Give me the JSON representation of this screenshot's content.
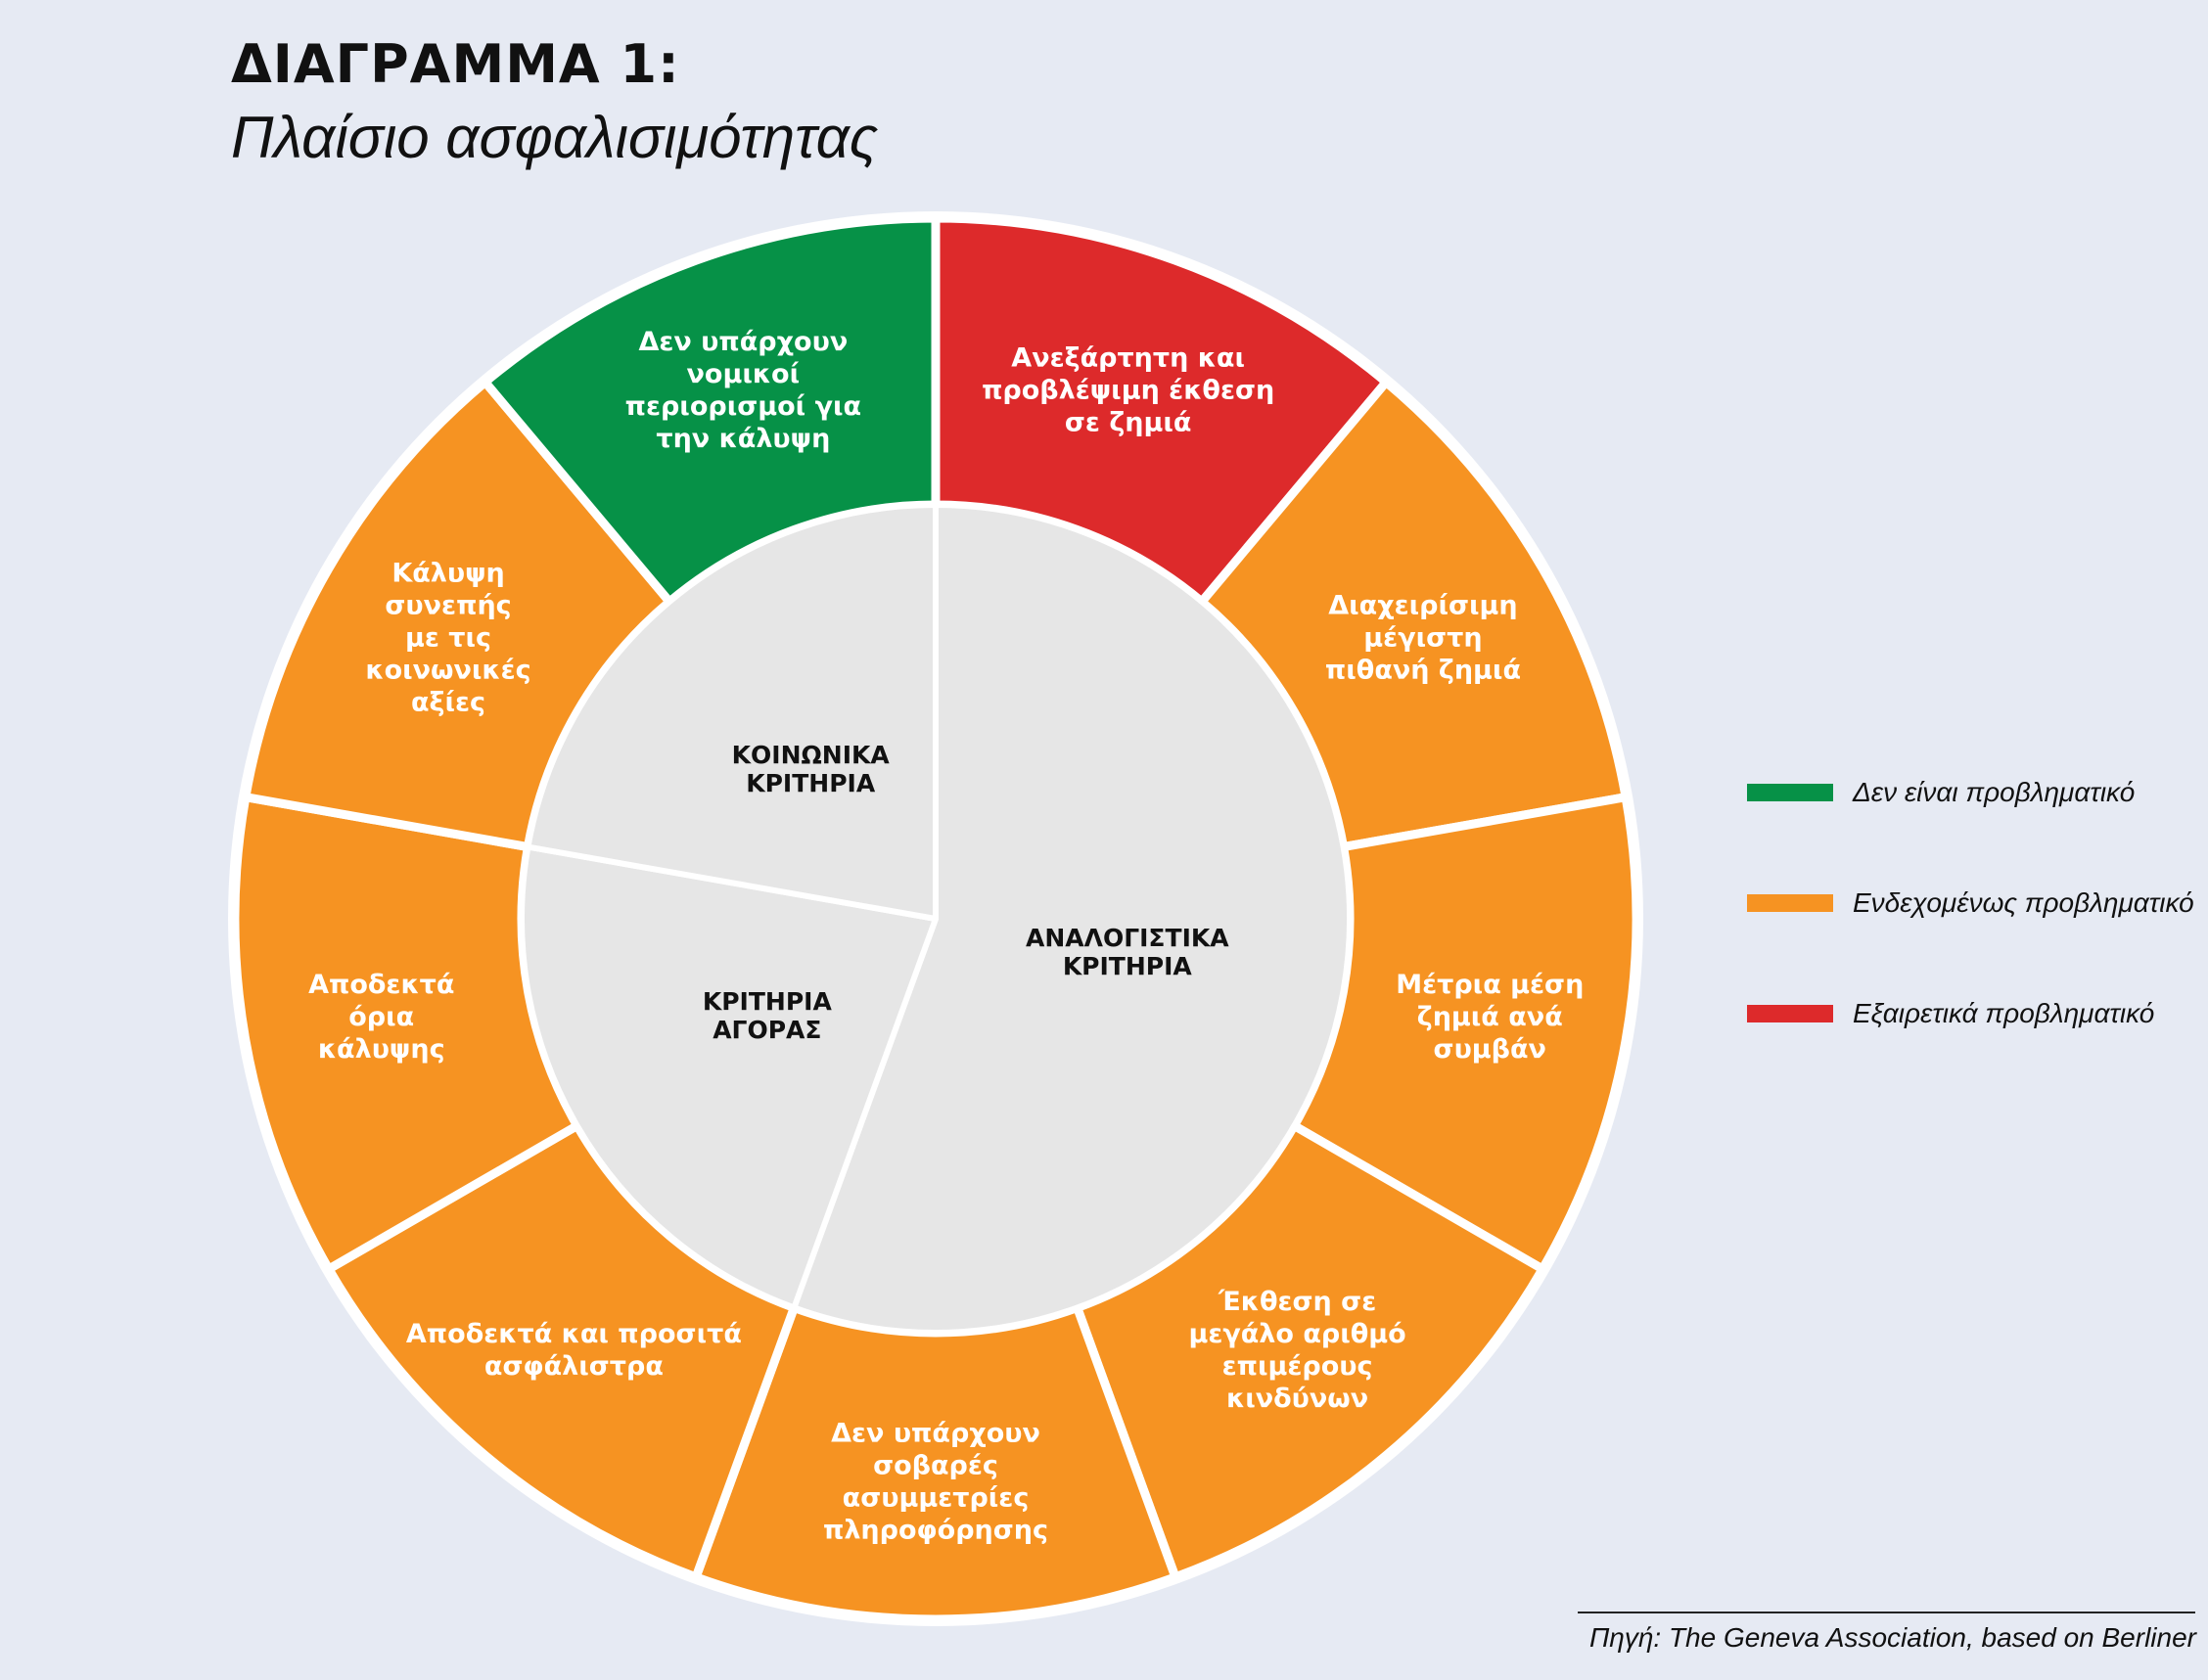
{
  "title": "ΔΙΑΓΡΑΜΜΑ 1:",
  "subtitle": "Πλαίσιο ασφαλισιμότητας",
  "colors": {
    "green": "#069147",
    "orange": "#f69322",
    "red": "#dd2a2b",
    "inner": "#e6e6e6",
    "background": "#e6eaf3",
    "separator": "#ffffff"
  },
  "inner_groups": [
    {
      "key": "social",
      "lines": [
        "ΚΟΙΝΩΝΙΚΑ",
        "ΚΡΙΤΗΡΙΑ"
      ]
    },
    {
      "key": "actuarial",
      "lines": [
        "ΑΝΑΛΟΓΙΣΤΙΚΑ",
        "ΚΡΙΤΗΡΙΑ"
      ]
    },
    {
      "key": "market",
      "lines": [
        "ΚΡΙΤΗΡΙΑ",
        "ΑΓΟΡΑΣ"
      ]
    }
  ],
  "segments": [
    {
      "status": "red",
      "group": "actuarial",
      "lines": [
        "Ανεξάρτητη και",
        "προβλέψιμη έκθεση",
        "σε ζημιά"
      ]
    },
    {
      "status": "orange",
      "group": "actuarial",
      "lines": [
        "Διαχειρίσιμη",
        "μέγιστη",
        "πιθανή ζημιά"
      ]
    },
    {
      "status": "orange",
      "group": "actuarial",
      "lines": [
        "Μέτρια μέση",
        "ζημιά ανά",
        "συμβάν"
      ]
    },
    {
      "status": "orange",
      "group": "actuarial",
      "lines": [
        "Έκθεση σε",
        "μεγάλο αριθμό",
        "επιμέρους",
        "κινδύνων"
      ]
    },
    {
      "status": "orange",
      "group": "actuarial",
      "lines": [
        "Δεν υπάρχουν",
        "σοβαρές",
        "ασυμμετρίες",
        "πληροφόρησης"
      ]
    },
    {
      "status": "orange",
      "group": "market",
      "lines": [
        "Αποδεκτά και προσιτά",
        "ασφάλιστρα"
      ]
    },
    {
      "status": "orange",
      "group": "market",
      "lines": [
        "Αποδεκτά",
        "όρια",
        "κάλυψης"
      ]
    },
    {
      "status": "orange",
      "group": "social",
      "lines": [
        "Κάλυψη",
        "συνεπής",
        "με τις",
        "κοινωνικές",
        "αξίες"
      ]
    },
    {
      "status": "green",
      "group": "social",
      "lines": [
        "Δεν υπάρχουν",
        "νομικοί",
        "περιορισμοί για",
        "την κάλυψη"
      ]
    }
  ],
  "legend": [
    {
      "color": "#069147",
      "label": "Δεν είναι προβληματικό"
    },
    {
      "color": "#f69322",
      "label": "Ενδεχομένως προβληματικό"
    },
    {
      "color": "#dd2a2b",
      "label": "Εξαιρετικά προβληματικό"
    }
  ],
  "source": "Πηγή: The Geneva Association, based on Berliner"
}
